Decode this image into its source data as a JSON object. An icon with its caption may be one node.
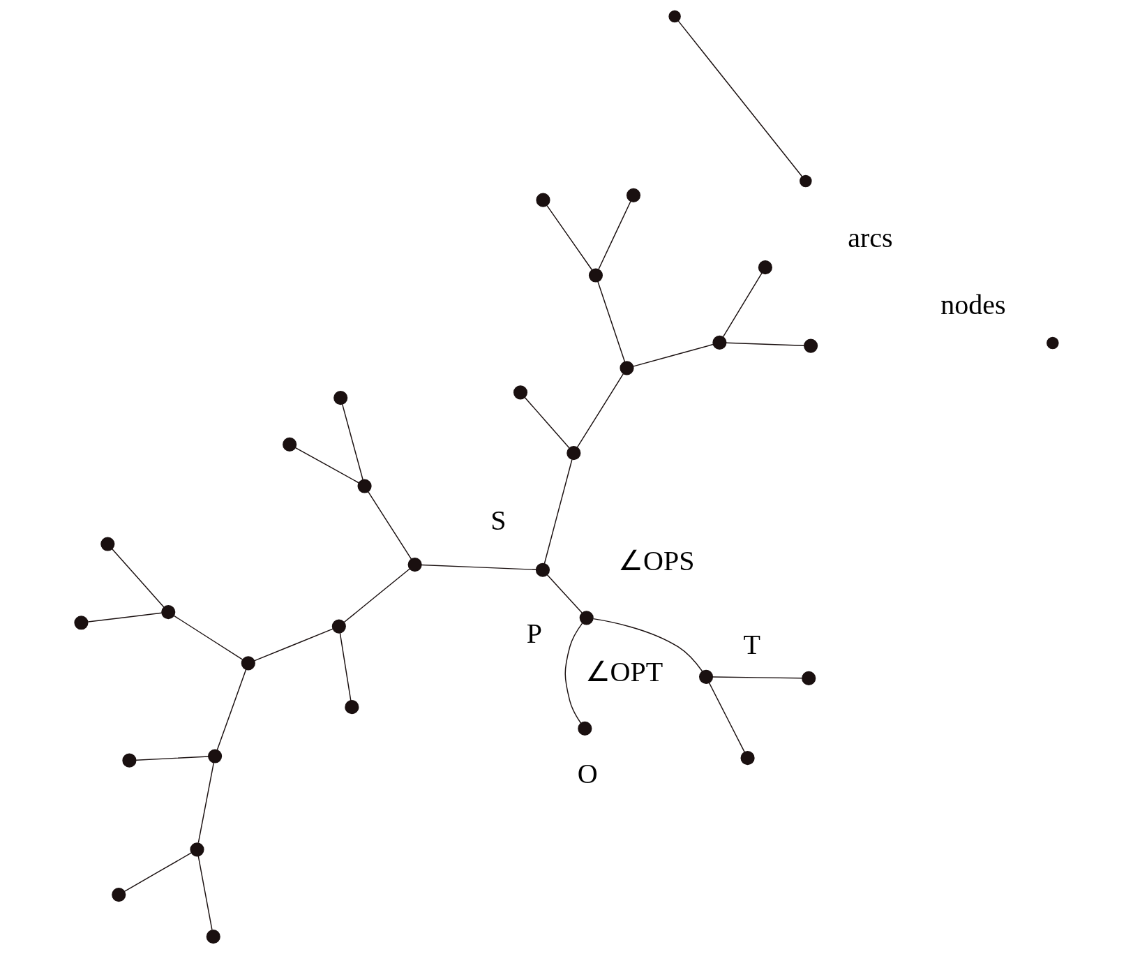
{
  "diagram": {
    "nodes": [
      {
        "text": [],
        "shape": "circle"
      },
      {
        "text": [],
        "shape": "circle"
      },
      {
        "text": [],
        "shape": "circle"
      },
      {
        "text": [],
        "shape": "circle"
      },
      {
        "text": [],
        "shape": "circle"
      },
      {
        "text": [],
        "shape": "circle"
      },
      {
        "text": [],
        "shape": "circle"
      },
      {
        "text": [],
        "shape": "circle"
      },
      {
        "text": [],
        "shape": "circle"
      },
      {
        "text": [],
        "shape": "circle"
      },
      {
        "text": [],
        "shape": "circle"
      },
      {
        "text": [],
        "shape": "circle"
      },
      {
        "text": [],
        "shape": "circle"
      },
      {
        "text": [],
        "shape": "circle"
      },
      {
        "text": [],
        "shape": "circle"
      },
      {
        "text": [],
        "shape": "circle"
      },
      {
        "text": [],
        "shape": "circle"
      },
      {
        "text": [],
        "shape": "circle"
      },
      {
        "text": [],
        "shape": "circle"
      },
      {
        "text": [],
        "shape": "circle"
      },
      {
        "text": [],
        "shape": "circle"
      },
      {
        "text": [],
        "shape": "circle"
      },
      {
        "text": [],
        "shape": "circle"
      },
      {
        "text": [],
        "shape": "circle"
      },
      {
        "text": [],
        "shape": "circle",
        "beside": [
          "S"
        ]
      },
      {
        "text": [],
        "shape": "circle"
      },
      {
        "text": [],
        "shape": "circle",
        "beside": [
          "P"
        ]
      },
      {
        "text": [],
        "shape": "circle",
        "beside": [
          "T"
        ]
      },
      {
        "text": [],
        "shape": "circle"
      },
      {
        "text": [],
        "shape": "circle",
        "beside": [
          "O"
        ]
      }
    ],
    "edges": [
      {
        "from": 0,
        "to": 2,
        "arrow": "none"
      },
      {
        "from": 1,
        "to": 2,
        "arrow": "none"
      },
      {
        "from": 2,
        "to": 4,
        "arrow": "none"
      },
      {
        "from": 3,
        "to": 4,
        "arrow": "none"
      },
      {
        "from": 4,
        "to": 11,
        "arrow": "none"
      },
      {
        "from": 5,
        "to": 7,
        "arrow": "none"
      },
      {
        "from": 6,
        "to": 7,
        "arrow": "none"
      },
      {
        "from": 7,
        "to": 11,
        "arrow": "none"
      },
      {
        "from": 11,
        "to": 15,
        "arrow": "none"
      },
      {
        "from": 10,
        "to": 15,
        "arrow": "none"
      },
      {
        "from": 15,
        "to": 21,
        "arrow": "none"
      },
      {
        "from": 14,
        "to": 19,
        "arrow": "none"
      },
      {
        "from": 20,
        "to": 19,
        "arrow": "none"
      },
      {
        "from": 19,
        "to": 21,
        "arrow": "none"
      },
      {
        "from": 21,
        "to": 24,
        "arrow": "none"
      },
      {
        "from": 24,
        "to": 23,
        "arrow": "none"
      },
      {
        "from": 23,
        "to": 16,
        "arrow": "none"
      },
      {
        "from": 23,
        "to": 22,
        "arrow": "none"
      },
      {
        "from": 16,
        "to": 12,
        "arrow": "none"
      },
      {
        "from": 12,
        "to": 9,
        "arrow": "none"
      },
      {
        "from": 12,
        "to": 8,
        "arrow": "none"
      },
      {
        "from": 16,
        "to": 17,
        "arrow": "none"
      },
      {
        "from": 17,
        "to": 13,
        "arrow": "none"
      },
      {
        "from": 17,
        "to": 18,
        "arrow": "none"
      },
      {
        "from": 24,
        "to": 26,
        "arrow": "none"
      },
      {
        "from": 26,
        "to": 29,
        "arrow": "none"
      },
      {
        "from": 27,
        "to": 26,
        "arrow": "none"
      },
      {
        "from": 25,
        "to": 27,
        "arrow": "none"
      },
      {
        "from": 28,
        "to": 27,
        "arrow": "none"
      }
    ],
    "labels": [
      "∠OPS",
      "∠OPT"
    ],
    "legend": [
      {
        "text": "nodes"
      },
      {
        "text": "arcs"
      }
    ]
  }
}
